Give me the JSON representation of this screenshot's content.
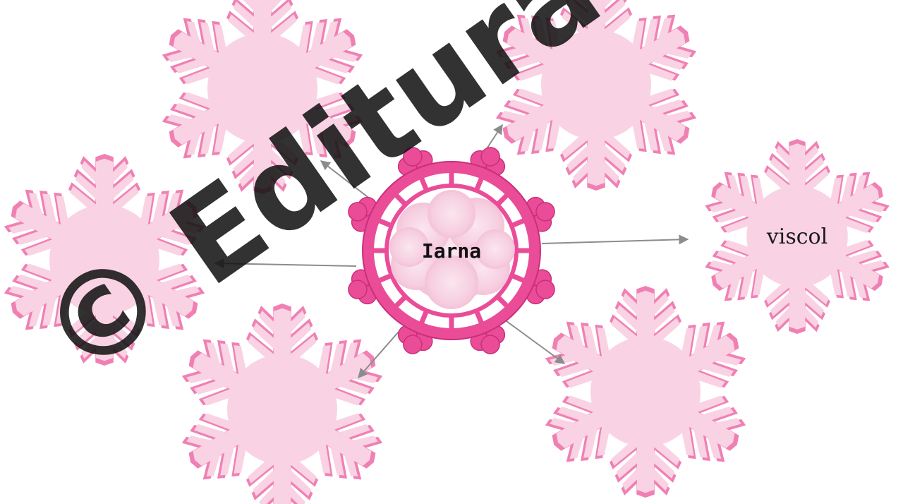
{
  "center": {
    "label": "Iarna"
  },
  "flakes": [
    {
      "id": "top-left",
      "label": ""
    },
    {
      "id": "top-right",
      "label": ""
    },
    {
      "id": "left",
      "label": ""
    },
    {
      "id": "right",
      "label": "viscol"
    },
    {
      "id": "bottom-left",
      "label": ""
    },
    {
      "id": "bottom-right",
      "label": ""
    }
  ],
  "watermark": {
    "text": "© Editura CAR"
  },
  "colors": {
    "flake_fill": "#f9d3e3",
    "flake_stroke": "#f080b4",
    "center_ring": "#ea4c98",
    "center_inner": "#f6cfe0",
    "arrow": "#8c8c8c"
  }
}
